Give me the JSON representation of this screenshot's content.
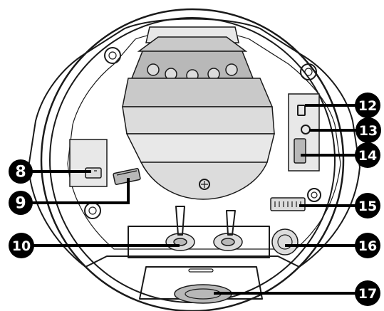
{
  "callouts": [
    {
      "id": "8",
      "label": "8"
    },
    {
      "id": "9",
      "label": "9"
    },
    {
      "id": "10",
      "label": "10"
    },
    {
      "id": "12",
      "label": "12"
    },
    {
      "id": "13",
      "label": "13"
    },
    {
      "id": "14",
      "label": "14"
    },
    {
      "id": "15",
      "label": "15"
    },
    {
      "id": "16",
      "label": "16"
    },
    {
      "id": "17",
      "label": "17"
    }
  ]
}
